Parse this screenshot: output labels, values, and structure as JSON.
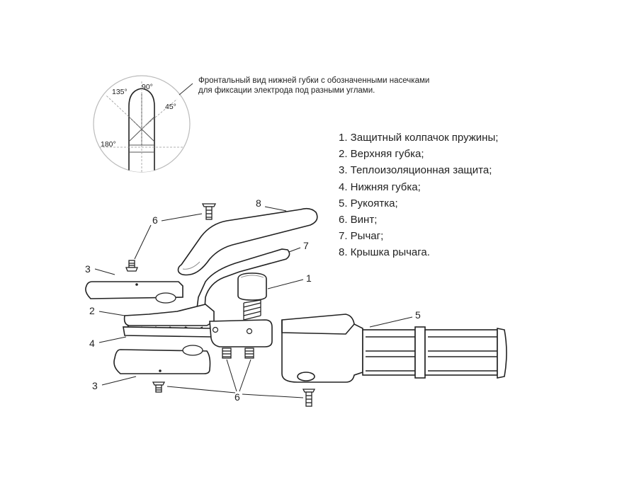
{
  "inset": {
    "caption_line1": "Фронтальный вид нижней губки с обозначенными насечками",
    "caption_line2": "для фиксации электрода под разными углами.",
    "angles": [
      "135°",
      "90°",
      "45°",
      "180°"
    ]
  },
  "legend": [
    "1. Защитный колпачок пружины;",
    "2. Верхняя губка;",
    "3. Теплоизоляционная защита;",
    "4. Нижняя губка;",
    "5. Рукоятка;",
    "6. Винт;",
    "7. Рычаг;",
    "8. Крышка рычага."
  ],
  "callouts": {
    "c1": "1",
    "c2": "2",
    "c3a": "3",
    "c3b": "3",
    "c4": "4",
    "c5": "5",
    "c6a": "6",
    "c6b": "6",
    "c7": "7",
    "c8": "8"
  }
}
